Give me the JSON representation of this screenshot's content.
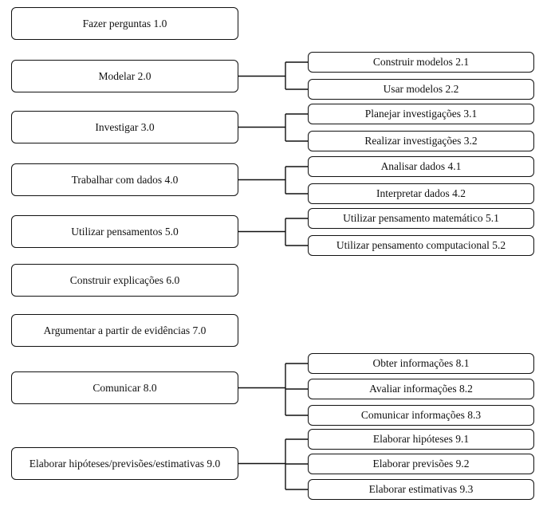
{
  "diagram": {
    "nodes": [
      {
        "id": "1.0",
        "label": "Fazer perguntas 1.0",
        "children": []
      },
      {
        "id": "2.0",
        "label": "Modelar 2.0",
        "children": [
          {
            "id": "2.1",
            "label": "Construir modelos 2.1"
          },
          {
            "id": "2.2",
            "label": "Usar modelos 2.2"
          }
        ]
      },
      {
        "id": "3.0",
        "label": "Investigar 3.0",
        "children": [
          {
            "id": "3.1",
            "label": "Planejar investigações 3.1"
          },
          {
            "id": "3.2",
            "label": "Realizar investigações 3.2"
          }
        ]
      },
      {
        "id": "4.0",
        "label": "Trabalhar com dados 4.0",
        "children": [
          {
            "id": "4.1",
            "label": "Analisar dados 4.1"
          },
          {
            "id": "4.2",
            "label": "Interpretar dados 4.2"
          }
        ]
      },
      {
        "id": "5.0",
        "label": "Utilizar pensamentos 5.0",
        "children": [
          {
            "id": "5.1",
            "label": "Utilizar pensamento matemático 5.1"
          },
          {
            "id": "5.2",
            "label": "Utilizar pensamento computacional 5.2"
          }
        ]
      },
      {
        "id": "6.0",
        "label": "Construir explicações 6.0",
        "children": []
      },
      {
        "id": "7.0",
        "label": "Argumentar a partir de evidências 7.0",
        "children": []
      },
      {
        "id": "8.0",
        "label": "Comunicar 8.0",
        "children": [
          {
            "id": "8.1",
            "label": "Obter informações 8.1"
          },
          {
            "id": "8.2",
            "label": "Avaliar informações 8.2"
          },
          {
            "id": "8.3",
            "label": "Comunicar informações 8.3"
          }
        ]
      },
      {
        "id": "9.0",
        "label": "Elaborar hipóteses/previsões/estimativas 9.0",
        "children": [
          {
            "id": "9.1",
            "label": "Elaborar hipóteses 9.1"
          },
          {
            "id": "9.2",
            "label": "Elaborar previsões 9.2"
          },
          {
            "id": "9.3",
            "label": "Elaborar estimativas 9.3"
          }
        ]
      }
    ]
  }
}
